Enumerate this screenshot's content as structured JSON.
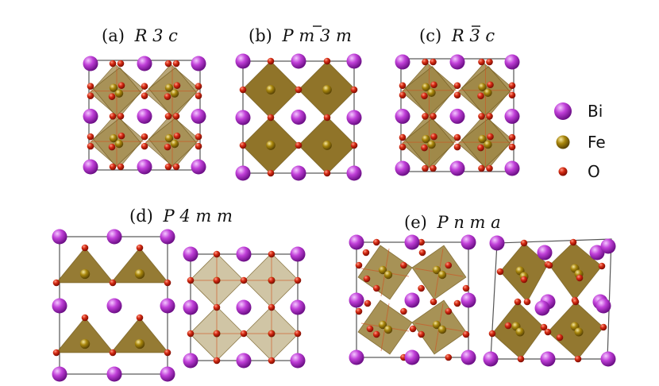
{
  "panels": [
    {
      "id": "a",
      "label_prefix": "(a)",
      "label_symbol": "R 3 c",
      "symbol_bar": ""
    },
    {
      "id": "b",
      "label_prefix": "(b)",
      "label_symbol": "P m 3 m",
      "symbol_bar": "3"
    },
    {
      "id": "c",
      "label_prefix": "(c)",
      "label_symbol": "R 3 c",
      "symbol_bar": "3"
    },
    {
      "id": "d",
      "label_prefix": "(d)",
      "label_symbol": "P 4 m m",
      "symbol_bar": ""
    },
    {
      "id": "e",
      "label_prefix": "(e)",
      "label_symbol": "P n m a",
      "symbol_bar": ""
    }
  ],
  "legend": [
    {
      "label": "Bi",
      "color": "#c03fd8",
      "icon": "bi-atom-icon"
    },
    {
      "label": "Fe",
      "color": "#a8860c",
      "icon": "fe-atom-icon"
    },
    {
      "label": "O",
      "color": "#d42a12",
      "icon": "o-atom-icon"
    }
  ],
  "colors": {
    "bi": "#c03fd8",
    "fe": "#a8860c",
    "o": "#d42a12",
    "poly": "#8a6d1e"
  }
}
